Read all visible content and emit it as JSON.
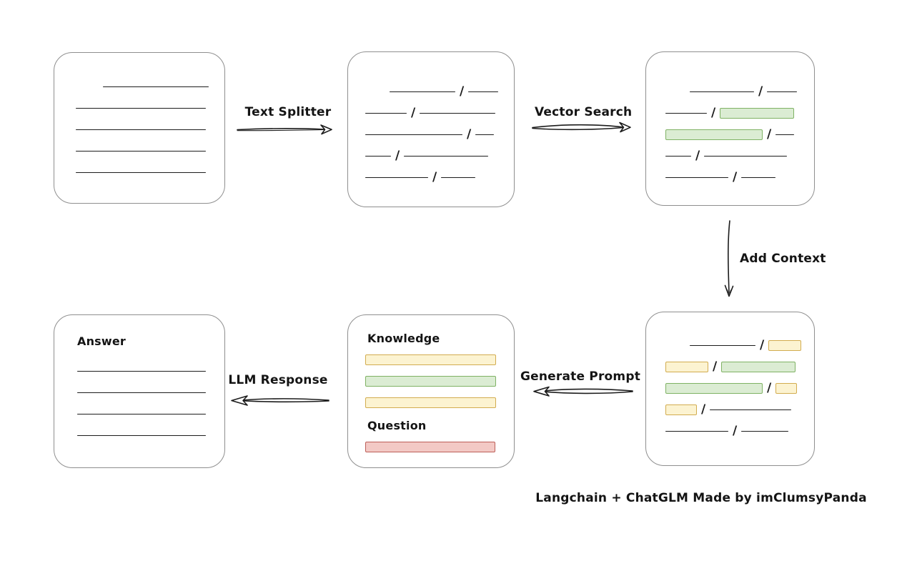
{
  "caption": "Langchain + ChatGLM Made by imClumsyPanda",
  "glyphs": {
    "slash": "/"
  },
  "colors": {
    "ink": "#1c1c1c",
    "box_border": "#8f8f8f",
    "green_fill": "#dbecd3",
    "green_border": "#7fb264",
    "yellow_fill": "#fcf3d1",
    "yellow_border": "#d2ac4f",
    "red_fill": "#f3c9c5",
    "red_border": "#bd5e58"
  },
  "edges": {
    "text_splitter": "Text Splitter",
    "vector_search": "Vector Search",
    "add_context": "Add Context",
    "generate_prompt": "Generate Prompt",
    "llm_response": "LLM Response"
  },
  "boxes": {
    "document": {
      "rows": [
        [
          {
            "k": "gap",
            "w": 32
          },
          {
            "k": "line",
            "w": 148
          }
        ],
        [
          {
            "k": "line",
            "w": 182
          }
        ],
        [
          {
            "k": "line",
            "w": 182
          }
        ],
        [
          {
            "k": "line",
            "w": 182
          }
        ],
        [
          {
            "k": "line",
            "w": 182
          }
        ]
      ]
    },
    "chunks": {
      "rows": [
        [
          {
            "k": "gap",
            "w": 28
          },
          {
            "k": "line",
            "w": 92
          },
          {
            "k": "slash"
          },
          {
            "k": "line",
            "w": 42
          }
        ],
        [
          {
            "k": "line",
            "w": 58
          },
          {
            "k": "slash"
          },
          {
            "k": "line",
            "w": 106
          }
        ],
        [
          {
            "k": "line",
            "w": 136
          },
          {
            "k": "slash"
          },
          {
            "k": "line",
            "w": 26
          }
        ],
        [
          {
            "k": "line",
            "w": 36
          },
          {
            "k": "slash"
          },
          {
            "k": "line",
            "w": 118
          }
        ],
        [
          {
            "k": "line",
            "w": 88
          },
          {
            "k": "slash"
          },
          {
            "k": "line",
            "w": 48
          }
        ]
      ]
    },
    "vector_matches": {
      "rows": [
        [
          {
            "k": "gap",
            "w": 28
          },
          {
            "k": "line",
            "w": 90
          },
          {
            "k": "slash"
          },
          {
            "k": "line",
            "w": 42
          }
        ],
        [
          {
            "k": "line",
            "w": 58
          },
          {
            "k": "slash"
          },
          {
            "k": "chip",
            "c": "green",
            "w": 104
          }
        ],
        [
          {
            "k": "chip",
            "c": "green",
            "w": 136
          },
          {
            "k": "slash"
          },
          {
            "k": "line",
            "w": 26
          }
        ],
        [
          {
            "k": "line",
            "w": 36
          },
          {
            "k": "slash"
          },
          {
            "k": "line",
            "w": 116
          }
        ],
        [
          {
            "k": "line",
            "w": 88
          },
          {
            "k": "slash"
          },
          {
            "k": "line",
            "w": 48
          }
        ]
      ]
    },
    "context": {
      "rows": [
        [
          {
            "k": "gap",
            "w": 28
          },
          {
            "k": "line",
            "w": 92
          },
          {
            "k": "slash"
          },
          {
            "k": "chip",
            "c": "yellow",
            "w": 46
          }
        ],
        [
          {
            "k": "chip",
            "c": "yellow",
            "w": 60
          },
          {
            "k": "slash"
          },
          {
            "k": "chip",
            "c": "green",
            "w": 104
          }
        ],
        [
          {
            "k": "chip",
            "c": "green",
            "w": 136
          },
          {
            "k": "slash"
          },
          {
            "k": "chip",
            "c": "yellow",
            "w": 30
          }
        ],
        [
          {
            "k": "chip",
            "c": "yellow",
            "w": 44
          },
          {
            "k": "slash"
          },
          {
            "k": "line",
            "w": 114
          }
        ],
        [
          {
            "k": "line",
            "w": 88
          },
          {
            "k": "slash"
          },
          {
            "k": "line",
            "w": 66
          }
        ]
      ]
    },
    "prompt": {
      "knowledge_label": "Knowledge",
      "question_label": "Question"
    },
    "answer": {
      "label": "Answer",
      "rows": [
        [
          {
            "k": "line",
            "w": 180
          }
        ],
        [
          {
            "k": "line",
            "w": 180
          }
        ],
        [
          {
            "k": "line",
            "w": 180
          }
        ],
        [
          {
            "k": "line",
            "w": 180
          }
        ]
      ]
    }
  }
}
